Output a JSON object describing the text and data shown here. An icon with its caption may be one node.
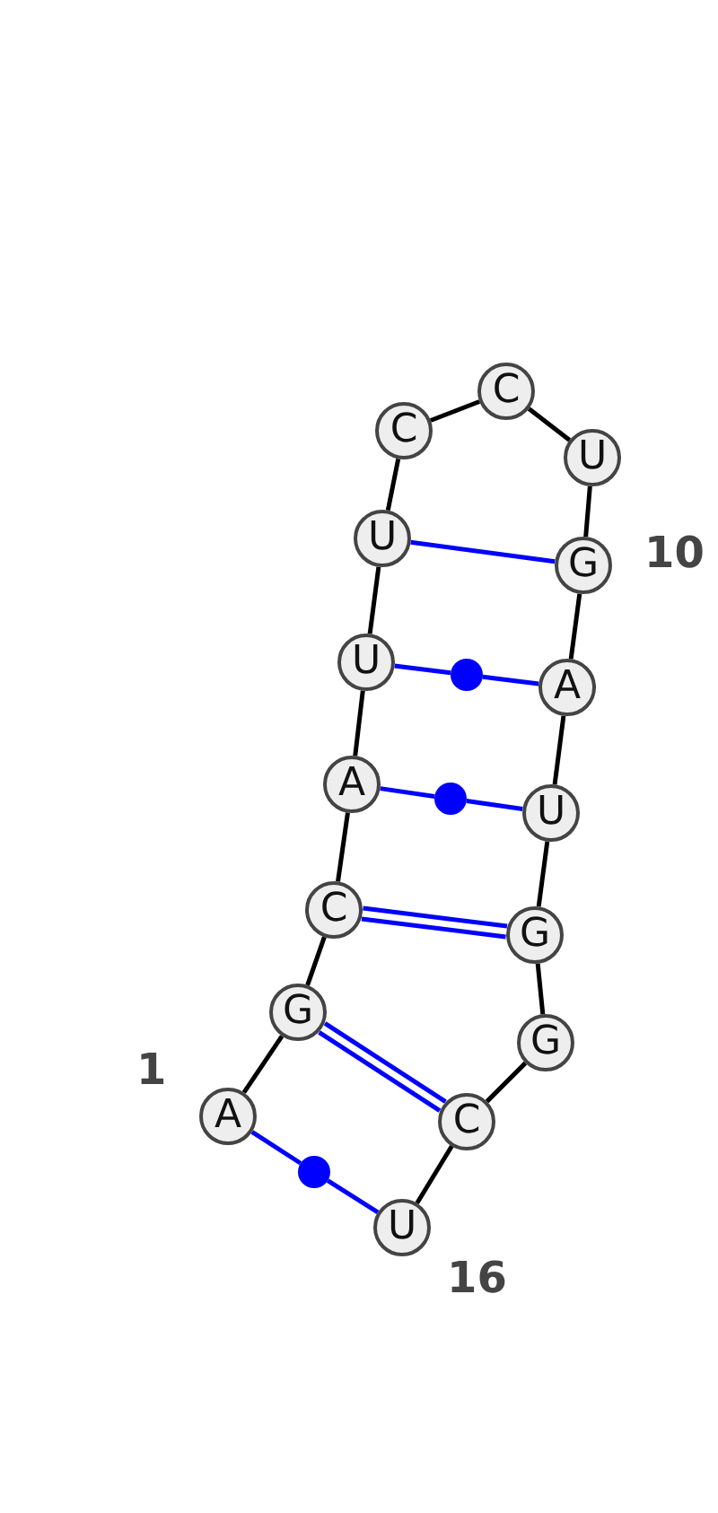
{
  "diagram": {
    "nodes": [
      {
        "text": [
          "A"
        ],
        "beside": [
          "1"
        ]
      },
      {
        "text": [
          "G"
        ]
      },
      {
        "text": [
          "C"
        ]
      },
      {
        "text": [
          "A"
        ]
      },
      {
        "text": [
          "U"
        ]
      },
      {
        "text": [
          "U"
        ]
      },
      {
        "text": [
          "C"
        ]
      },
      {
        "text": [
          "C"
        ]
      },
      {
        "text": [
          "U"
        ]
      },
      {
        "text": [
          "G"
        ],
        "beside": [
          "10"
        ]
      },
      {
        "text": [
          "A"
        ]
      },
      {
        "text": [
          "U"
        ]
      },
      {
        "text": [
          "G"
        ]
      },
      {
        "text": [
          "G"
        ]
      },
      {
        "text": [
          "C"
        ]
      },
      {
        "text": [
          "U"
        ],
        "beside": [
          "16"
        ]
      },
      {
        "text": [],
        "shape": "circle"
      },
      {
        "text": [],
        "shape": "circle"
      },
      {
        "text": [],
        "shape": "circle"
      }
    ],
    "edges": [
      {
        "from": 0,
        "to": 1,
        "arrow": "none"
      },
      {
        "from": 1,
        "to": 2,
        "arrow": "none"
      },
      {
        "from": 2,
        "to": 3,
        "arrow": "none"
      },
      {
        "from": 3,
        "to": 4,
        "arrow": "none"
      },
      {
        "from": 4,
        "to": 5,
        "arrow": "none"
      },
      {
        "from": 5,
        "to": 6,
        "arrow": "none"
      },
      {
        "from": 6,
        "to": 7,
        "arrow": "none"
      },
      {
        "from": 7,
        "to": 8,
        "arrow": "none"
      },
      {
        "from": 8,
        "to": 9,
        "arrow": "none"
      },
      {
        "from": 9,
        "to": 10,
        "arrow": "none"
      },
      {
        "from": 10,
        "to": 11,
        "arrow": "none"
      },
      {
        "from": 11,
        "to": 12,
        "arrow": "none"
      },
      {
        "from": 12,
        "to": 13,
        "arrow": "none"
      },
      {
        "from": 13,
        "to": 14,
        "arrow": "none"
      },
      {
        "from": 14,
        "to": 15,
        "arrow": "none"
      },
      {
        "from": 5,
        "to": 9,
        "arrow": "none",
        "color": "#0000ff"
      },
      {
        "from": 4,
        "to": 16,
        "arrow": "none",
        "color": "#0000ff"
      },
      {
        "from": 16,
        "to": 10,
        "arrow": "none",
        "color": "#0000ff"
      },
      {
        "from": 3,
        "to": 17,
        "arrow": "none",
        "color": "#0000ff"
      },
      {
        "from": 17,
        "to": 11,
        "arrow": "none",
        "color": "#0000ff"
      },
      {
        "from": 2,
        "to": 12,
        "arrow": "none",
        "color": "#0000ff"
      },
      {
        "from": 2,
        "to": 12,
        "arrow": "none",
        "color": "#0000ff"
      },
      {
        "from": 1,
        "to": 14,
        "arrow": "none",
        "color": "#0000ff"
      },
      {
        "from": 1,
        "to": 14,
        "arrow": "none",
        "color": "#0000ff"
      },
      {
        "from": 0,
        "to": 18,
        "arrow": "none",
        "color": "#0000ff"
      },
      {
        "from": 18,
        "to": 15,
        "arrow": "none",
        "color": "#0000ff"
      }
    ]
  }
}
